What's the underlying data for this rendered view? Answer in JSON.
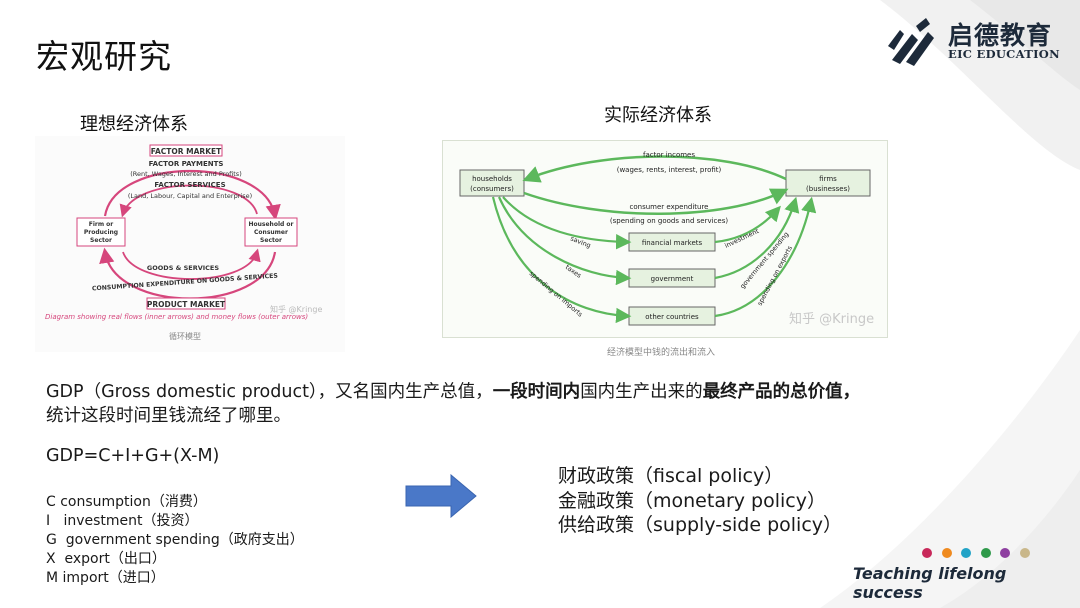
{
  "slide": {
    "title": "宏观研究"
  },
  "logo": {
    "cn": "启德教育",
    "en": "EIC EDUCATION"
  },
  "ideal": {
    "caption": "理想经济体系",
    "factor_market": "FACTOR MARKET",
    "factor_payments": "FACTOR PAYMENTS",
    "factor_payments_detail": "(Rent, Wages, Interest and Profits)",
    "factor_services": "FACTOR SERVICES",
    "factor_services_detail": "(Land, Labour, Capital and Enterprise)",
    "firm_box": [
      "Firm or",
      "Producing",
      "Sector"
    ],
    "household_box": [
      "Household or",
      "Consumer",
      "Sector"
    ],
    "goods_services": "GOODS & SERVICES",
    "consumption_exp": "CONSUMPTION EXPENDITURE ON GOODS & SERVICES",
    "product_market": "PRODUCT MARKET",
    "footnote": "Diagram showing real flows (inner arrows) and money flows (outer arrows)",
    "watermark": "知乎 @Kringe",
    "sub": "循环模型"
  },
  "real": {
    "caption": "实际经济体系",
    "households": [
      "households",
      "(consumers)"
    ],
    "firms": [
      "firms",
      "(businesses)"
    ],
    "factor_incomes": "factor incomes",
    "factor_incomes_detail": "(wages, rents, interest, profit)",
    "consumer_exp": "consumer expenditure",
    "consumer_exp_detail": "(spending on goods and services)",
    "financial_markets": "financial markets",
    "government": "government",
    "other_countries": "other countries",
    "saving": "saving",
    "taxes": "taxes",
    "spending_imports": "spending on imports",
    "investment": "investment",
    "gov_spending": "government spending",
    "spending_exports": "spending on exports",
    "watermark": "知乎 @Kringe",
    "sub": "经济模型中钱的流出和流入"
  },
  "gdp": {
    "line1_a": "GDP（Gross domestic product），又名国内生产总值，",
    "line1_b": "一段时间内",
    "line1_c": "国内生产出来的",
    "line1_d": "最终产品的总价值，",
    "line2": "统计这段时间里钱流经了哪里。",
    "formula": "GDP=C+I+G+(X-M)",
    "terms": [
      "C consumption（消费）",
      "I   investment（投资）",
      "G  government spending（政府支出）",
      "X  export（出口）",
      "M import（进口）"
    ]
  },
  "policies": [
    "财政政策（fiscal policy）",
    "金融政策（monetary policy）",
    "供给政策（supply-side policy）"
  ],
  "brand": {
    "tagline": "Teaching lifelong success",
    "dot_colors": [
      "#c8285a",
      "#ef8a1f",
      "#22a3c7",
      "#2f9a4a",
      "#8e3fa0",
      "#c9b78a"
    ],
    "arrow_color": "#4a78c8",
    "green": "#5cb85c",
    "pink": "#d6467c"
  }
}
